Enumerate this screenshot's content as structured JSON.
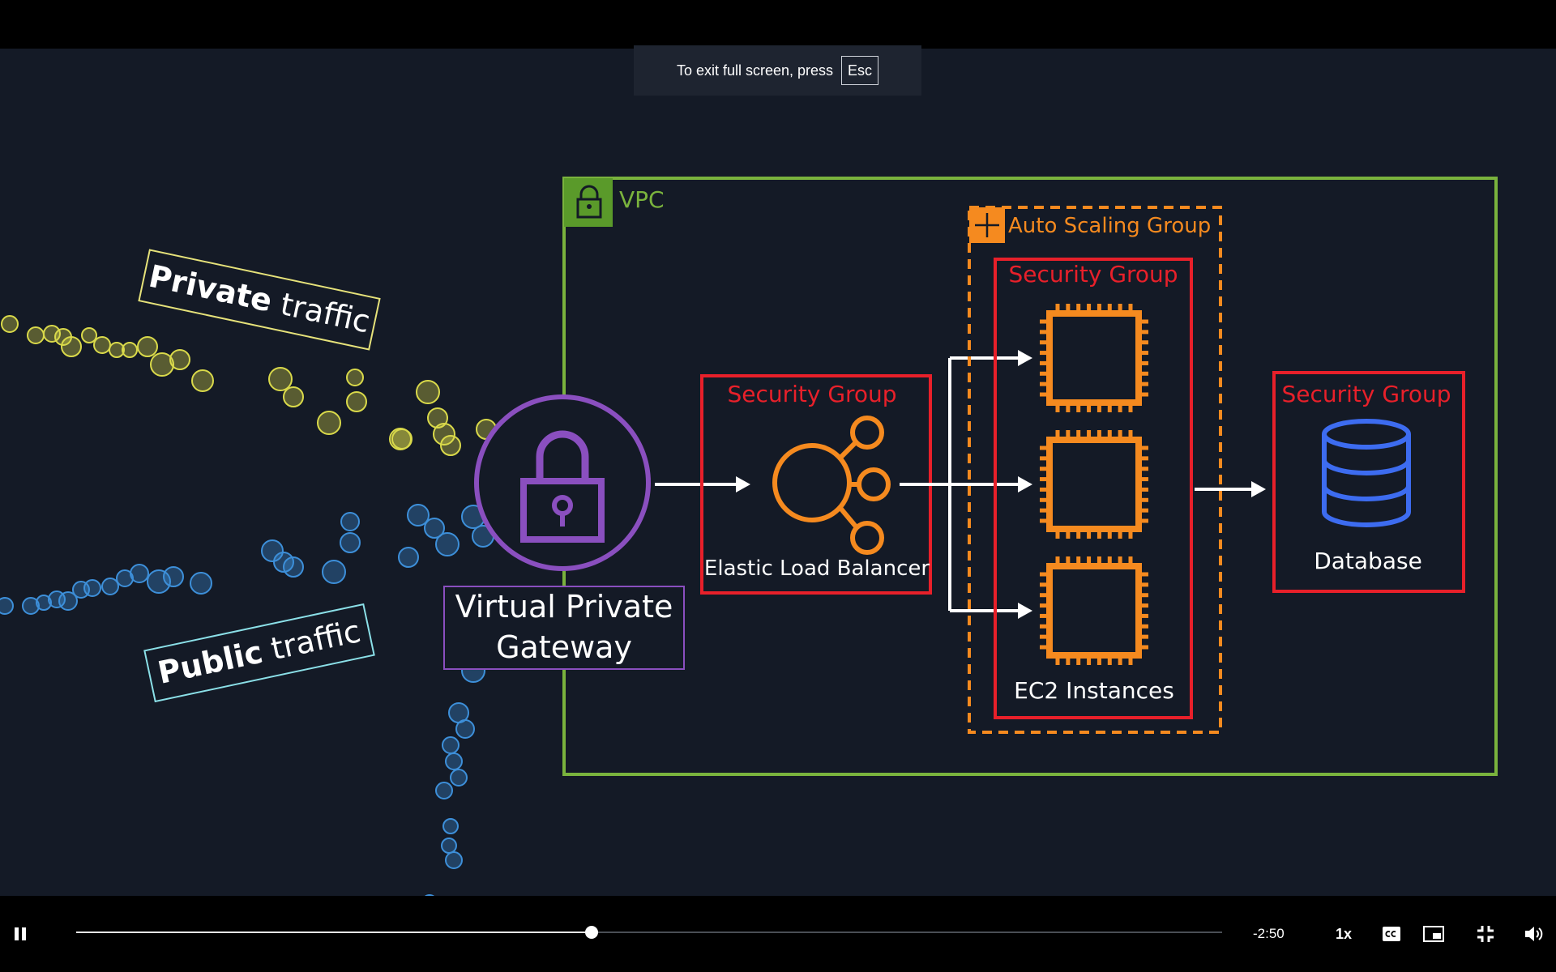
{
  "toast": {
    "message": "To exit full screen, press",
    "key": "Esc"
  },
  "diagram": {
    "vpc_label": "VPC",
    "asg_label": "Auto Scaling Group",
    "sg_label_elb": "Security Group",
    "sg_label_ec2": "Security Group",
    "sg_label_db": "Security Group",
    "elb_label": "Elastic Load Balancer",
    "ec2_label": "EC2 Instances",
    "db_label": "Database",
    "vpg_label_line1": "Virtual Private",
    "vpg_label_line2": "Gateway",
    "private_bold": "Private",
    "private_rest": " traffic",
    "public_bold": "Public",
    "public_rest": " traffic"
  },
  "controls": {
    "time_remaining": "-2:50",
    "speed": "1x",
    "progress": 0.45
  },
  "colors": {
    "background": "#141a26",
    "vpc": "#7ab33d",
    "security_group": "#e8202a",
    "orange": "#f58a1f",
    "gateway": "#8a4fbf",
    "database": "#3d6cf0",
    "private": "#d9d94a",
    "public": "#3d8fd9"
  }
}
